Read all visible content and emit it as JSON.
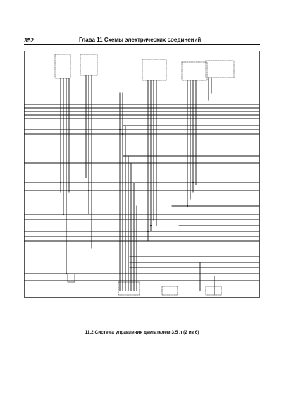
{
  "header": {
    "page_number": "352",
    "chapter_title": "Глава 11 Схемы электрических соединений"
  },
  "caption": "11.2 Система управления двигателем 3.5 л (2 из 6)",
  "colors": {
    "line": "#111111",
    "paper": "#ffffff"
  }
}
